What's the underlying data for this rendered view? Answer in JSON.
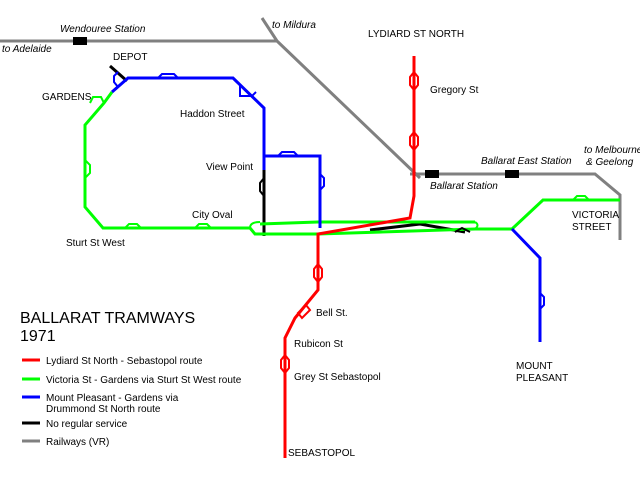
{
  "map": {
    "title": "BALLARAT TRAMWAYS",
    "year": "1971",
    "colors": {
      "red": "#ff0000",
      "green": "#00ff00",
      "blue": "#0000ff",
      "black": "#000000",
      "grey": "#808080"
    },
    "legend": [
      {
        "color": "#ff0000",
        "text": "Lydiard St North - Sebastopol route"
      },
      {
        "color": "#00ff00",
        "text": "Victoria St - Gardens via Sturt St West route"
      },
      {
        "color": "#0000ff",
        "text": "Mount Pleasant - Gardens via",
        "text2": "Drummond St North route"
      },
      {
        "color": "#000000",
        "text": "No regular service"
      },
      {
        "color": "#808080",
        "text": "Railways (VR)"
      }
    ],
    "labels": {
      "wendouree_station": "Wendouree Station",
      "to_adelaide": "to Adelaide",
      "to_mildura": "to Mildura",
      "lydiard_st_north": "LYDIARD ST NORTH",
      "depot": "DEPOT",
      "gardens": "GARDENS",
      "gregory_st": "Gregory St",
      "haddon_street": "Haddon Street",
      "view_point": "View Point",
      "to_melbourne": "to Melbourne",
      "and_geelong": "& Geelong",
      "ballarat_east_station": "Ballarat East Station",
      "ballarat_station": "Ballarat Station",
      "victoria": "VICTORIA",
      "street": "STREET",
      "city_oval": "City Oval",
      "sturt_st_west": "Sturt St West",
      "bell_st": "Bell St.",
      "rubicon_st": "Rubicon St",
      "grey_st_sebastopol": "Grey St Sebastopol",
      "mount": "MOUNT",
      "pleasant": "PLEASANT",
      "sebastopol": "SEBASTOPOL"
    }
  }
}
